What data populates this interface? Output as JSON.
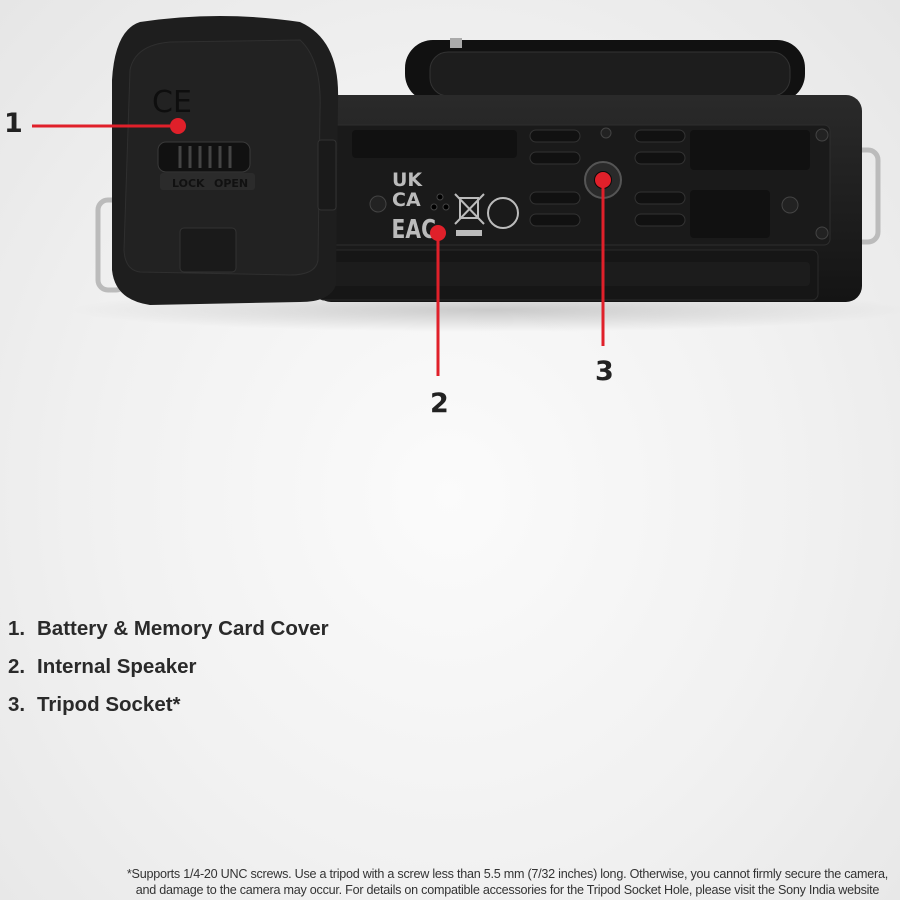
{
  "callouts": [
    {
      "number": "1",
      "label": "Battery & Memory Card Cover"
    },
    {
      "number": "2",
      "label": "Internal Speaker"
    },
    {
      "number": "3",
      "label": "Tripod Socket*"
    }
  ],
  "legend": [
    {
      "number": "1.",
      "label": "Battery & Memory Card Cover"
    },
    {
      "number": "2.",
      "label": "Internal Speaker"
    },
    {
      "number": "3.",
      "label": "Tripod Socket*"
    }
  ],
  "footnote": {
    "line1": "*Supports 1/4-20 UNC screws. Use a tripod with a screw less than 5.5 mm (7/32 inches) long. Otherwise, you cannot firmly secure the camera,",
    "line2": "and damage to the camera may occur. For details on compatible accessories for the Tripod Socket Hole, please visit the Sony India website"
  },
  "camera_markings": {
    "cover_lock": "LOCK",
    "cover_open": "OPEN",
    "ce": "CE",
    "ukca_top": "UK",
    "ukca_bottom": "CA",
    "eac": "EAC"
  },
  "colors": {
    "callout": "#e0202a",
    "body": "#1c1c1c",
    "label": "#222222"
  }
}
